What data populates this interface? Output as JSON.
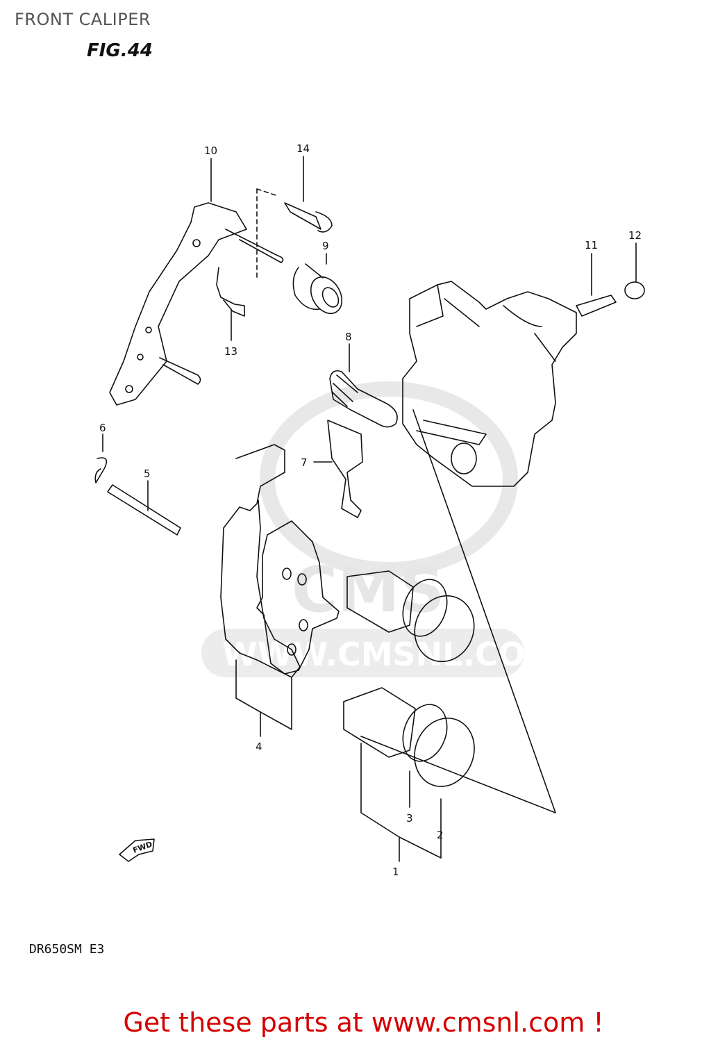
{
  "page": {
    "title": "FRONT CALIPER",
    "figure": "FIG.44",
    "model": "DR650SM  E3",
    "footer_link": "Get these parts at www.cmsnl.com !"
  },
  "watermark": {
    "logo_text": "CMS",
    "url_text": "WWW.CMSNL.COM"
  },
  "fwd_badge": "FWD",
  "callouts": [
    "1",
    "2",
    "3",
    "4",
    "5",
    "6",
    "7",
    "8",
    "9",
    "10",
    "11",
    "12",
    "13",
    "14"
  ],
  "colors": {
    "line": "#111111",
    "title": "#555555",
    "footer": "#d40000",
    "watermark": "#e6e6e6"
  }
}
